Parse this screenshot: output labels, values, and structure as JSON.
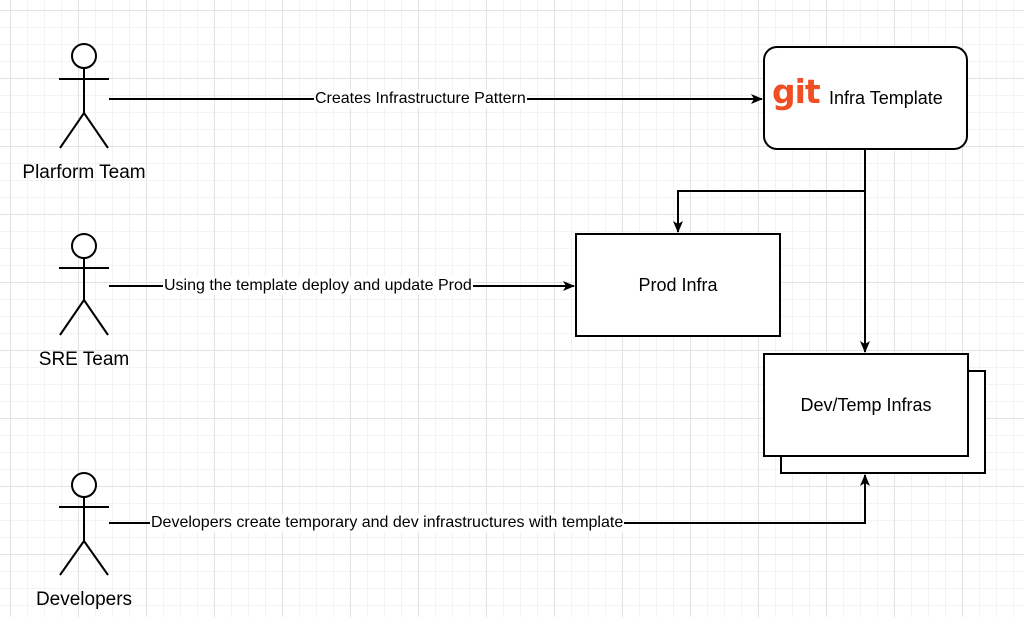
{
  "actors": {
    "platform": "Plarform Team",
    "sre": "SRE Team",
    "developers": "Developers"
  },
  "nodes": {
    "infra_template": "Infra Template",
    "git_logo": "git",
    "prod_infra": "Prod Infra",
    "dev_temp_infras": "Dev/Temp Infras"
  },
  "edges": {
    "platform_to_template": "Creates Infrastructure Pattern",
    "sre_to_prod": "Using the template deploy and update Prod",
    "developers_to_dev": "Developers create temporary and dev infrastructures with template"
  },
  "colors": {
    "git_brand": "#f04e23",
    "stroke": "#000000"
  }
}
